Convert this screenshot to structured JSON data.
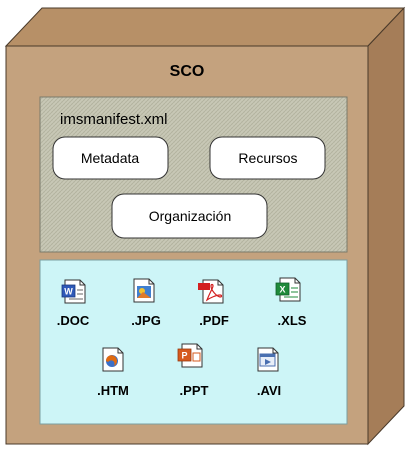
{
  "sco": {
    "title": "SCO",
    "colors": {
      "box_front": "#c4a27e",
      "box_top": "#b79067",
      "box_side": "#a57d58",
      "outline": "#4a3a2a"
    }
  },
  "manifest": {
    "filename": "imsmanifest.xml",
    "sections": {
      "metadata": "Metadata",
      "recursos": "Recursos",
      "organizacion": "Organización"
    },
    "colors": {
      "panel": "#c9c9b7",
      "hatch": "#b3b39f"
    }
  },
  "files": {
    "panel_color": "#cdf5f7",
    "items": [
      {
        "label": ".DOC",
        "icon": "word-document-icon",
        "accent": "#2e59b8"
      },
      {
        "label": ".JPG",
        "icon": "image-file-icon",
        "accent": "#3f7fd0"
      },
      {
        "label": ".PDF",
        "icon": "pdf-file-icon",
        "accent": "#d32020"
      },
      {
        "label": ".XLS",
        "icon": "excel-spreadsheet-icon",
        "accent": "#1f8a3a"
      },
      {
        "label": ".HTM",
        "icon": "html-file-icon",
        "accent": "#e06a10"
      },
      {
        "label": ".PPT",
        "icon": "powerpoint-file-icon",
        "accent": "#d65a1e"
      },
      {
        "label": ".AVI",
        "icon": "video-file-icon",
        "accent": "#4a6fb0"
      }
    ]
  }
}
